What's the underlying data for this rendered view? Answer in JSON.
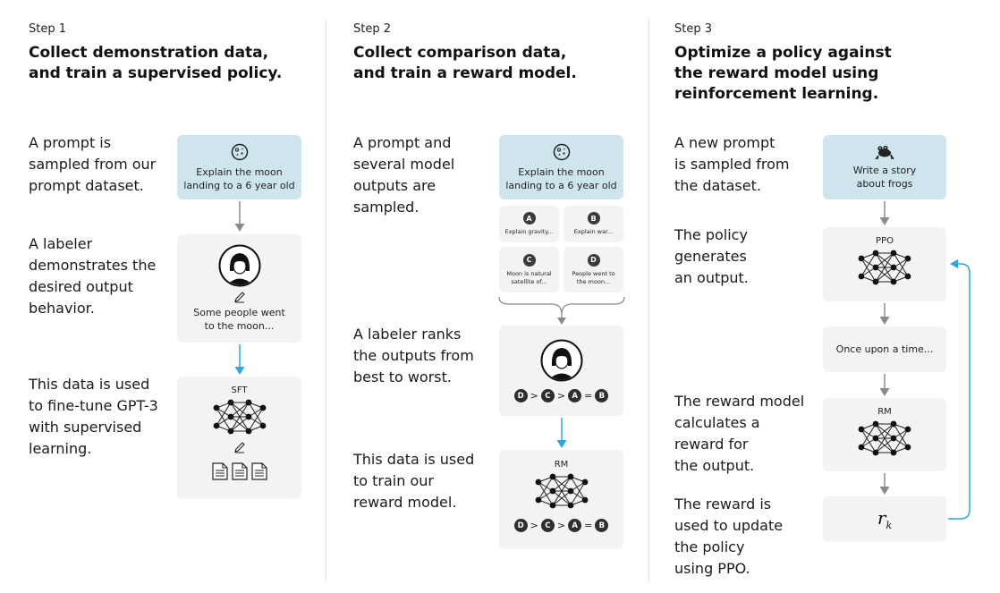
{
  "steps": [
    {
      "label": "Step 1",
      "title": [
        "Collect demonstration data,",
        "and train a supervised policy."
      ],
      "desc": [
        [
          "A prompt is",
          "sampled from our",
          "prompt dataset."
        ],
        [
          "A labeler",
          "demonstrates the",
          "desired output",
          "behavior."
        ],
        [
          "This data is used",
          "to fine-tune GPT-3",
          "with supervised",
          "learning."
        ]
      ],
      "prompt": [
        "Explain the moon",
        "landing to a 6 year old"
      ],
      "output": [
        "Some people went",
        "to the moon..."
      ],
      "model": "SFT"
    },
    {
      "label": "Step 2",
      "title": [
        "Collect comparison data,",
        "and train a reward model."
      ],
      "desc": [
        [
          "A prompt and",
          "several model",
          "outputs are",
          "sampled."
        ],
        [
          "A labeler ranks",
          "the outputs from",
          "best to worst."
        ],
        [
          "This data is used",
          "to train our",
          "reward model."
        ]
      ],
      "prompt": [
        "Explain the moon",
        "landing to a 6 year old"
      ],
      "outputs": [
        {
          "letter": "A",
          "text": [
            "Explain gravity..."
          ]
        },
        {
          "letter": "B",
          "text": [
            "Explain war..."
          ]
        },
        {
          "letter": "C",
          "text": [
            "Moon is natural",
            "satellite of..."
          ]
        },
        {
          "letter": "D",
          "text": [
            "People went to",
            "the moon..."
          ]
        }
      ],
      "ranking": [
        "D",
        ">",
        "C",
        ">",
        "A",
        "=",
        "B"
      ],
      "model": "RM"
    },
    {
      "label": "Step 3",
      "title": [
        "Optimize a policy against",
        "the reward model using",
        "reinforcement learning."
      ],
      "desc": [
        [
          "A new prompt",
          "is sampled from",
          "the dataset."
        ],
        [
          "The policy",
          "generates",
          "an output."
        ],
        [
          "The reward model",
          "calculates a",
          "reward for",
          "the output."
        ],
        [
          "The reward is",
          "used to update",
          "the policy",
          "using PPO."
        ]
      ],
      "prompt": [
        "Write a story",
        "about frogs"
      ],
      "policy": "PPO",
      "output": "Once upon a time...",
      "model": "RM",
      "reward": {
        "symbol": "r",
        "subscript": "k"
      }
    }
  ],
  "icons": [
    "moon-icon",
    "frog-icon",
    "labeler-avatar",
    "pencil-icon",
    "document-icon",
    "neural-network-icon"
  ],
  "colors": {
    "prompt_box": "#cfe5ee",
    "panel": "#f3f3f1",
    "arrow_gray": "#8a8a8a",
    "arrow_blue": "#29a8e0"
  }
}
